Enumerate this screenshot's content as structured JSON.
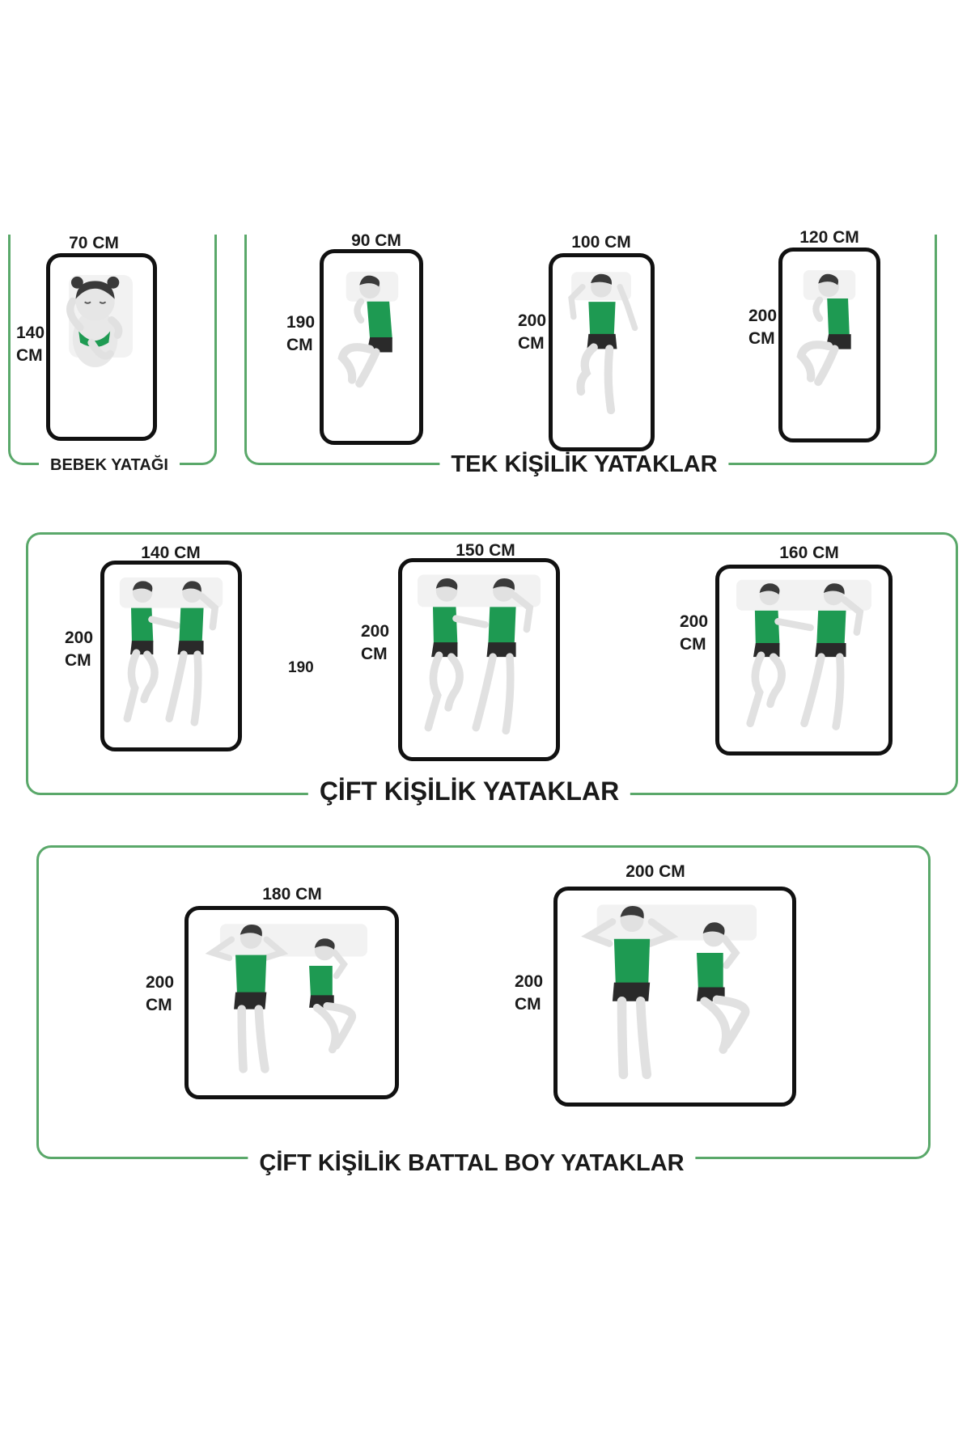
{
  "groups": {
    "baby": {
      "title": "BEBEK YATAĞI"
    },
    "single": {
      "title": "TEK KİŞİLİK YATAKLAR"
    },
    "double": {
      "title": "ÇİFT KİŞİLİK YATAKLAR"
    },
    "kingsize": {
      "title": "ÇİFT KİŞİLİK BATTAL BOY YATAKLAR"
    }
  },
  "beds": {
    "baby": {
      "width": "70 CM",
      "length_value": "140",
      "length_unit": "CM"
    },
    "single_90": {
      "width": "90 CM",
      "length_value": "190",
      "length_unit": "CM"
    },
    "single_100": {
      "width": "100 CM",
      "length_value": "200",
      "length_unit": "CM"
    },
    "single_120": {
      "width": "120 CM",
      "length_value": "200",
      "length_unit": "CM"
    },
    "double_140": {
      "width": "140 CM",
      "length_value": "200",
      "length_unit": "CM"
    },
    "double_150": {
      "width": "150 CM",
      "length_value": "200",
      "length_unit": "CM"
    },
    "double_160": {
      "width": "160 CM",
      "length_value": "200",
      "length_unit": "CM"
    },
    "king_180": {
      "width": "180 CM",
      "length_value": "200",
      "length_unit": "CM"
    },
    "king_200": {
      "width": "200 CM",
      "length_value": "200",
      "length_unit": "CM"
    }
  },
  "stray_label": "190",
  "colors": {
    "frame": "#5aa86a",
    "bed_outline": "#111111",
    "shirt": "#1e9a52",
    "shorts": "#2a2a2a",
    "skin": "#e1e1e1"
  }
}
